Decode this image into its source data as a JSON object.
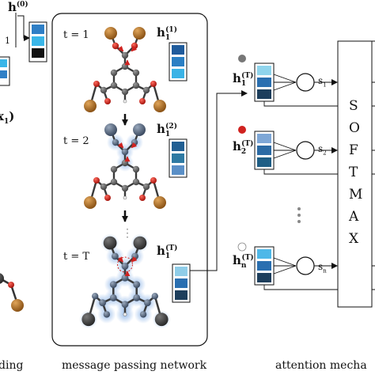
{
  "left_panel": {
    "h0_label": "h",
    "h0_sup": "(0)",
    "h1_fragment": "1",
    "x_fragment": "x",
    "x_sub": "1",
    "caption_fragment": "ding"
  },
  "mpn": {
    "steps": [
      {
        "t": "t = 1",
        "h": "h",
        "sub": "1",
        "sup": "(1)",
        "colors": [
          "#1f5b9c",
          "#2a7fc4",
          "#3ab3e6"
        ]
      },
      {
        "t": "t = 2",
        "h": "h",
        "sub": "1",
        "sup": "(2)",
        "colors": [
          "#215f93",
          "#2e7aa3",
          "#5a8fc7"
        ]
      },
      {
        "t": "t = T",
        "h": "h",
        "sub": "1",
        "sup": "(T)",
        "colors": [
          "#8fcde8",
          "#2a6fb0",
          "#1d3e5c"
        ]
      }
    ],
    "vertical_dots": "⋮",
    "caption": "message passing network"
  },
  "attention": {
    "rows": [
      {
        "h": "h",
        "sub": "1",
        "sup": "(T)",
        "s": "s",
        "s_sub": "1",
        "dot_color": "#777777",
        "colors": [
          "#8fd4ec",
          "#2a6fb0",
          "#1d3e5c"
        ]
      },
      {
        "h": "h",
        "sub": "2",
        "sup": "(T)",
        "s": "s",
        "s_sub": "2",
        "dot_color": "#d0221f",
        "colors": [
          "#7ea7d6",
          "#2b6aa4",
          "#1f5e85"
        ]
      },
      {
        "h": "h",
        "sub": "n",
        "sup": "(T)",
        "s": "s",
        "s_sub": "n",
        "dot_color": "#ffffff",
        "colors": [
          "#4fb8e8",
          "#2a6fb0",
          "#1d3e5c"
        ]
      }
    ],
    "softmax_letters": [
      "S",
      "O",
      "F",
      "T",
      "M",
      "A",
      "X"
    ],
    "caption": "attention mecha"
  }
}
